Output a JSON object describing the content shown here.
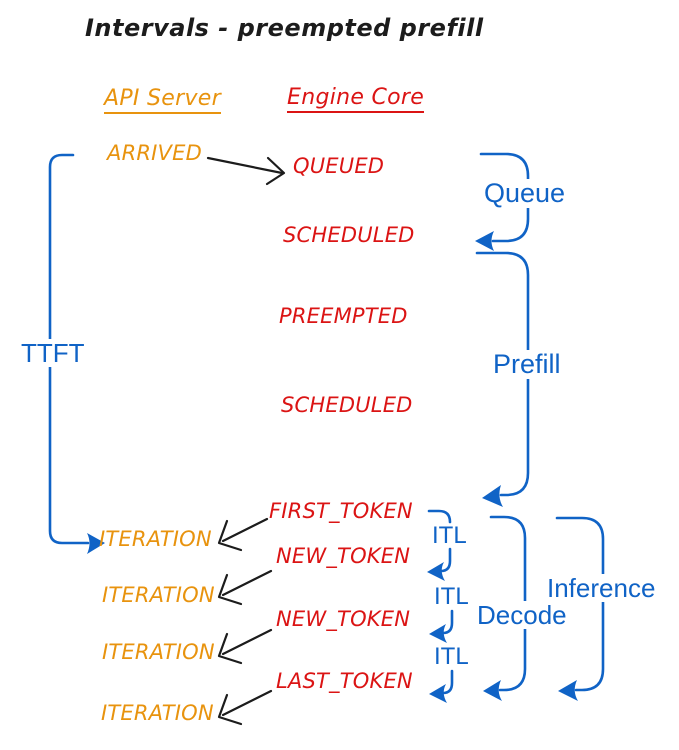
{
  "title": "Intervals - preempted prefill",
  "colors": {
    "blue": "#1063C6",
    "orange": "#E8930E",
    "red": "#DB1414",
    "ink": "#1C1C1C",
    "background": "#FFFFFF"
  },
  "api_server": {
    "header": "API Server",
    "events": [
      "ARRIVED",
      "ITERATION",
      "ITERATION",
      "ITERATION",
      "ITERATION"
    ]
  },
  "engine_core": {
    "header": "Engine Core",
    "events": [
      "QUEUED",
      "SCHEDULED",
      "PREEMPTED",
      "SCHEDULED",
      "FIRST_TOKEN",
      "NEW_TOKEN",
      "NEW_TOKEN",
      "LAST_TOKEN"
    ]
  },
  "intervals": {
    "ttft": "TTFT",
    "queue": "Queue",
    "prefill": "Prefill",
    "itl_labels": [
      "ITL",
      "ITL",
      "ITL"
    ],
    "decode": "Decode",
    "inference": "Inference"
  }
}
